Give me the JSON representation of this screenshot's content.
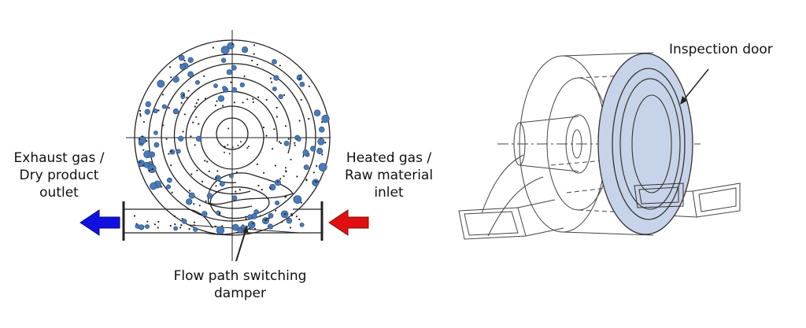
{
  "labels": {
    "exhaust": [
      "Exhaust gas /",
      "Dry product",
      "outlet"
    ],
    "heated": [
      "Heated gas /",
      "Raw material",
      "inlet"
    ],
    "damper": [
      "Flow path switching",
      "damper"
    ],
    "inspection_door": "Inspection door"
  },
  "colors": {
    "outlet_arrow": "#1010e0",
    "inlet_arrow": "#e01010",
    "particles": "#4a7ab8",
    "door_fill": "#c7d3e8",
    "line": "#222222"
  }
}
